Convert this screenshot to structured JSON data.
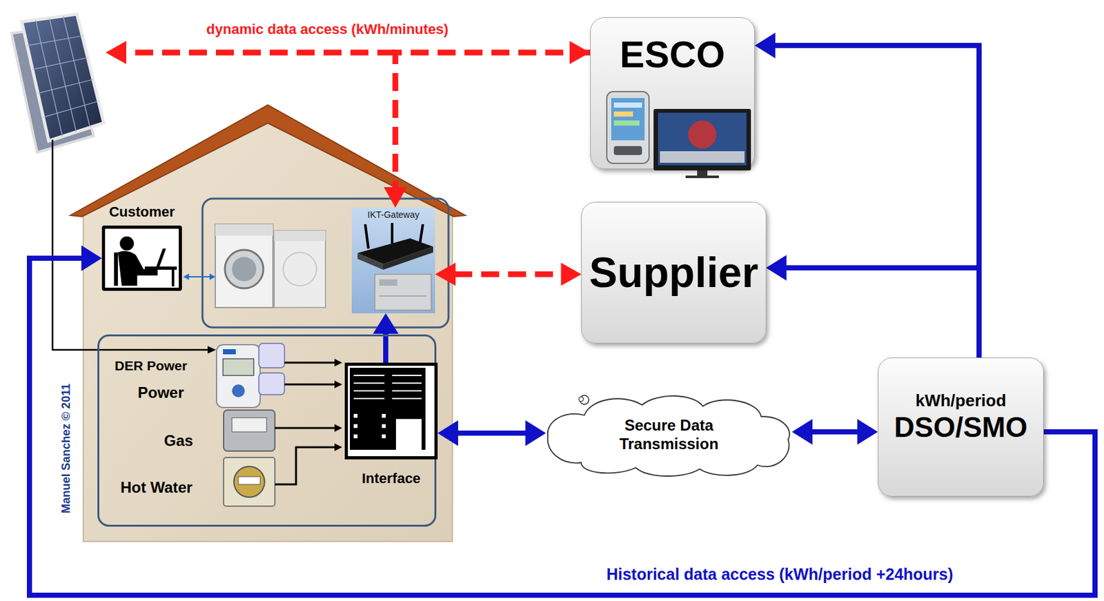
{
  "diagram": {
    "nodes": [
      {
        "text": [
          "ESCO"
        ]
      },
      {
        "text": [
          "Supplier"
        ]
      },
      {
        "text": [
          "Customer"
        ]
      },
      {
        "text": [
          "IKT-Gateway"
        ]
      },
      {
        "text": [
          "DER Power",
          "Power",
          "Gas",
          "Hot Water"
        ]
      },
      {
        "text": [
          "Interface"
        ],
        "in": 4
      },
      {
        "text": [
          "Secure Data Transmission"
        ]
      },
      {
        "text": [
          "kWh/period",
          "DSO/SMO"
        ]
      }
    ],
    "edges": [
      {
        "from": 0,
        "to": 3,
        "arrow": "to"
      },
      {
        "from": 3,
        "to": 1,
        "arrow": "both"
      },
      {
        "from": 5,
        "to": 3,
        "arrow": "to"
      },
      {
        "from": 5,
        "to": 6,
        "arrow": "both"
      },
      {
        "from": 6,
        "to": 7,
        "arrow": "both"
      },
      {
        "from": 7,
        "to": 1,
        "arrow": "to"
      },
      {
        "from": 7,
        "to": 0,
        "arrow": "to"
      },
      {
        "from": 7,
        "to": 2,
        "arrow": "to",
        "label": "Historical data access (kWh/period +24hours)"
      }
    ],
    "labels": [
      "dynamic data access (kWh/minutes)",
      "Manuel Sanchez © 2011"
    ]
  }
}
